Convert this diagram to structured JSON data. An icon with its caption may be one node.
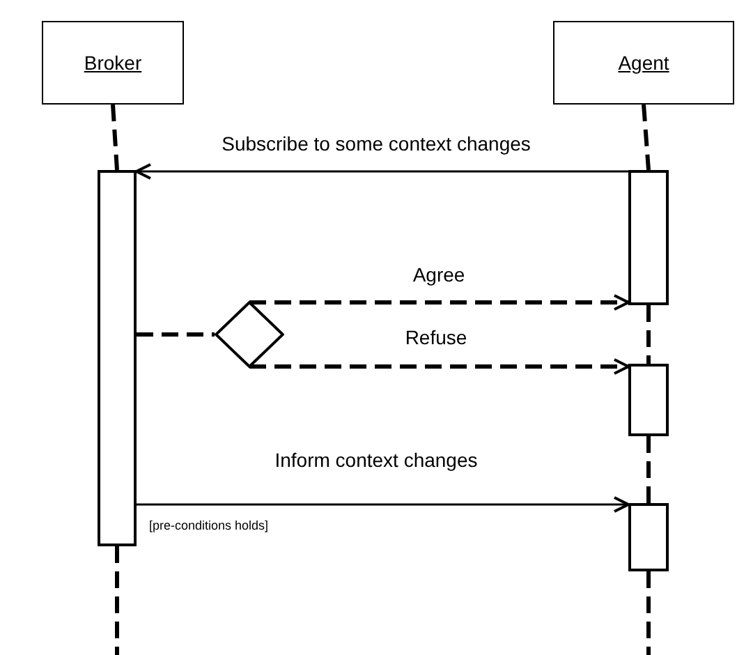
{
  "diagram": {
    "nodes": [
      {
        "text": [
          "Broker"
        ]
      },
      {
        "text": [
          "Agent"
        ]
      },
      {
        "text": [],
        "shape": "bar"
      },
      {
        "text": [],
        "shape": "bar"
      },
      {
        "text": [],
        "shape": "bar"
      },
      {
        "text": [],
        "shape": "bar"
      },
      {
        "text": [],
        "shape": "diamond"
      }
    ],
    "edges": [
      {
        "from": 0,
        "to": 2,
        "arrow": "none",
        "style": "dashed"
      },
      {
        "from": 2,
        "to": null,
        "arrow": "none",
        "style": "dashed"
      },
      {
        "from": 1,
        "to": 3,
        "arrow": "none",
        "style": "dashed"
      },
      {
        "from": 3,
        "to": 4,
        "arrow": "none",
        "style": "dashed"
      },
      {
        "from": 4,
        "to": 5,
        "arrow": "none",
        "style": "dashed"
      },
      {
        "from": 5,
        "to": null,
        "arrow": "none",
        "style": "dashed"
      },
      {
        "from": 3,
        "to": 2,
        "arrow": "to",
        "label": "Subscribe to some context changes"
      },
      {
        "from": 2,
        "to": 6,
        "arrow": "none",
        "style": "dashed"
      },
      {
        "from": 6,
        "to": 3,
        "arrow": "to",
        "label": "Agree",
        "style": "dashed"
      },
      {
        "from": 6,
        "to": 4,
        "arrow": "to",
        "label": "Refuse",
        "style": "dashed"
      },
      {
        "from": 2,
        "to": 5,
        "arrow": "to",
        "label": "Inform context changes"
      }
    ],
    "labels": [
      "[pre-conditions holds]"
    ]
  }
}
